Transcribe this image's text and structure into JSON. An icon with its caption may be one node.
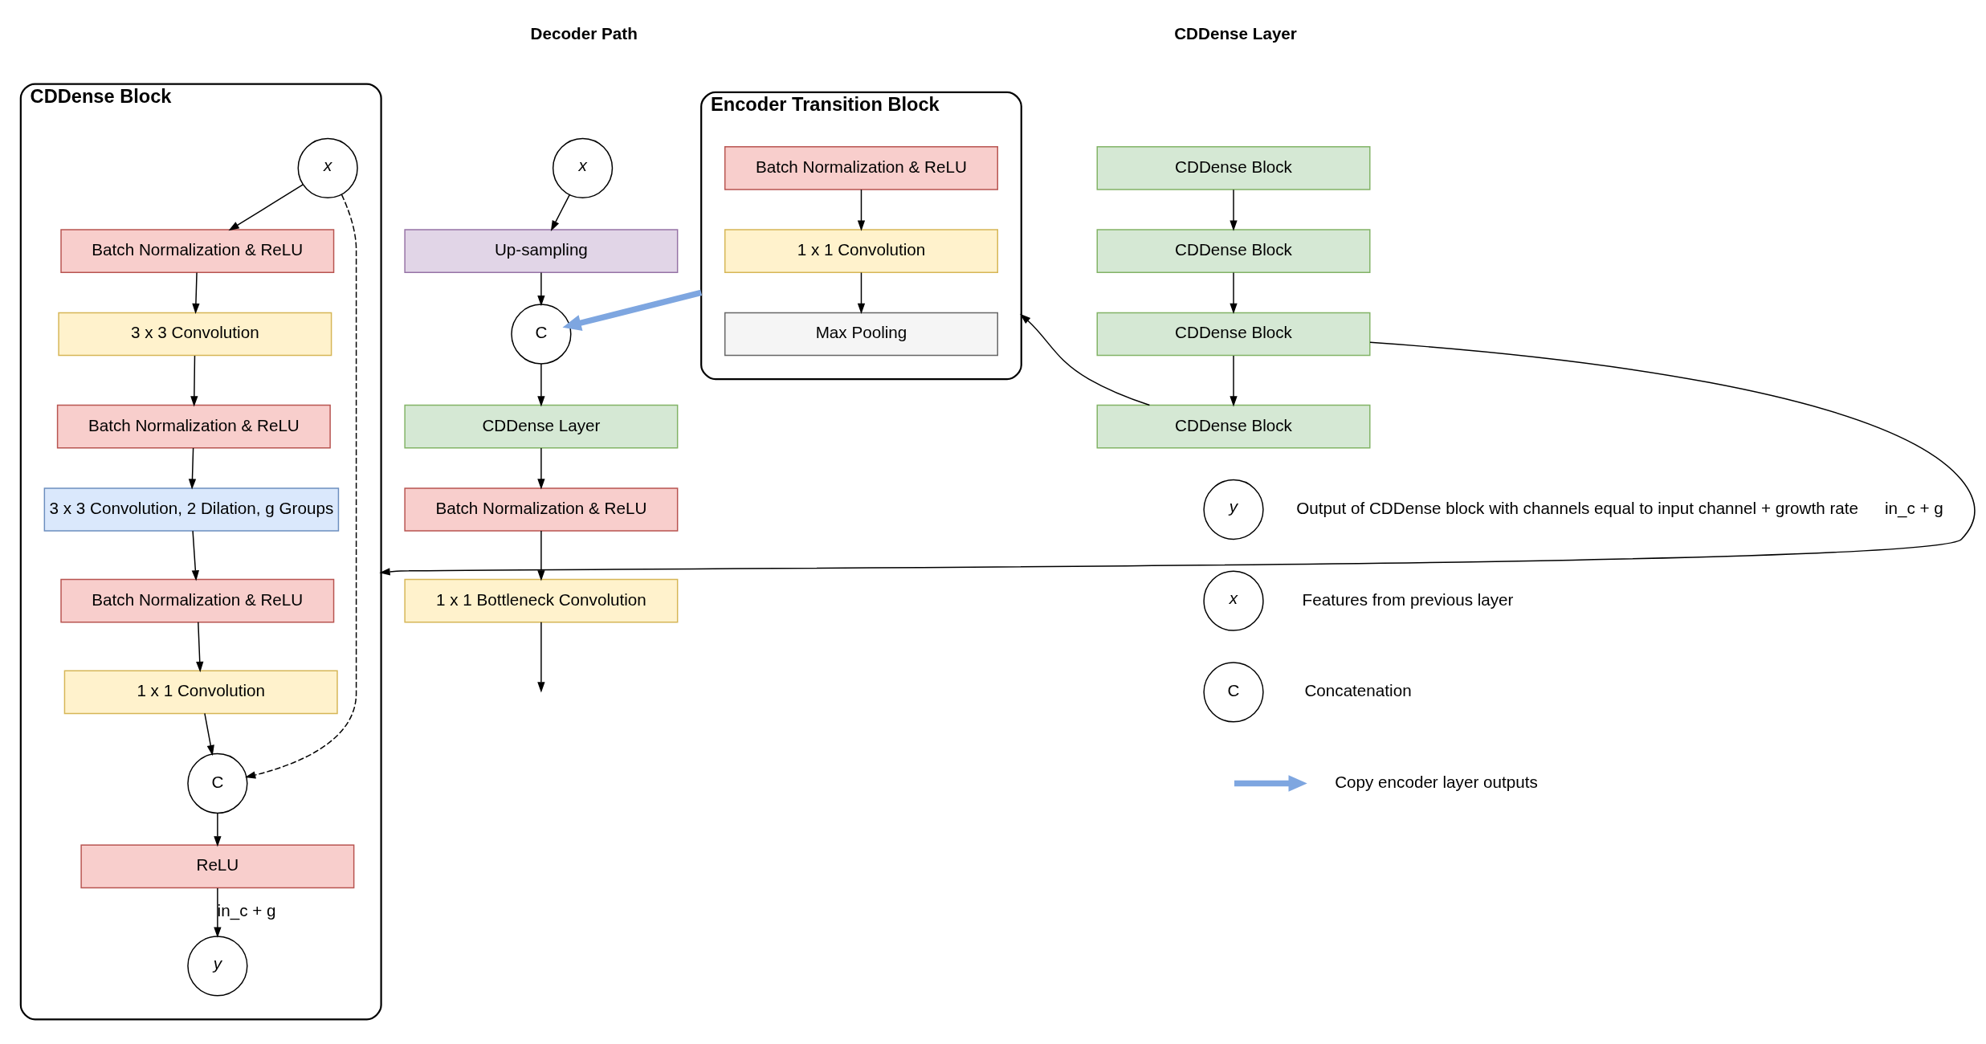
{
  "diagram": {
    "nodes": [
      {
        "text": [
          "CDDense Block"
        ]
      },
      {
        "text": [
          "x"
        ],
        "in": 0
      },
      {
        "text": [
          "Batch Normalization & ReLU"
        ],
        "in": 0
      },
      {
        "text": [
          "3 x 3 Convolution"
        ],
        "in": 0
      },
      {
        "text": [
          "Batch Normalization & ReLU"
        ],
        "in": 0
      },
      {
        "text": [
          "3 x 3 Convolution, 2 Dilation, g Groups"
        ],
        "in": 0
      },
      {
        "text": [
          "Batch Normalization & ReLU"
        ],
        "in": 0
      },
      {
        "text": [
          "1 x 1 Convolution"
        ],
        "in": 0
      },
      {
        "text": [
          "C"
        ],
        "in": 0
      },
      {
        "text": [
          "ReLU"
        ],
        "in": 0
      },
      {
        "text": [
          "y"
        ],
        "in": 0
      },
      {
        "text": [
          "CDDense Block"
        ]
      },
      {
        "text": [
          "CDDense Block"
        ]
      },
      {
        "text": [
          "CDDense Block"
        ]
      },
      {
        "text": [
          "CDDense Block"
        ]
      },
      {
        "text": [
          "Encoder Transition Block"
        ]
      },
      {
        "text": [
          "Batch Normalization & ReLU"
        ],
        "in": 15
      },
      {
        "text": [
          "1 x 1 Convolution"
        ],
        "in": 15
      },
      {
        "text": [
          "Max Pooling"
        ],
        "in": 15
      },
      {
        "text": [
          "x"
        ]
      },
      {
        "text": [
          "Up-sampling"
        ]
      },
      {
        "text": [
          "C"
        ]
      },
      {
        "text": [
          "CDDense Layer"
        ]
      },
      {
        "text": [
          "Batch Normalization & ReLU"
        ]
      },
      {
        "text": [
          "1 x 1 Bottleneck Convolution"
        ]
      },
      {
        "text": [
          "y"
        ],
        "beside": [
          "in_c + g",
          "Output of CDDense block with channels equal to input channel + growth rate"
        ]
      },
      {
        "text": [
          "x"
        ],
        "beside": [
          "Features from previous layer"
        ]
      },
      {
        "text": [
          "C"
        ],
        "beside": [
          "Concatenation"
        ]
      }
    ],
    "edges": [
      {
        "from": 1,
        "to": 2,
        "arrow": "to"
      },
      {
        "from": 2,
        "to": 3,
        "arrow": "to"
      },
      {
        "from": 3,
        "to": 4,
        "arrow": "to"
      },
      {
        "from": 4,
        "to": 5,
        "arrow": "to"
      },
      {
        "from": 5,
        "to": 6,
        "arrow": "to"
      },
      {
        "from": 6,
        "to": 7,
        "arrow": "to"
      },
      {
        "from": 7,
        "to": 8,
        "arrow": "to"
      },
      {
        "from": 1,
        "to": 8,
        "arrow": "to",
        "style": "dashed"
      },
      {
        "from": 8,
        "to": 9,
        "arrow": "to"
      },
      {
        "from": 9,
        "to": 10,
        "arrow": "to",
        "label": "in_c + g"
      },
      {
        "from": 11,
        "to": 12,
        "arrow": "to"
      },
      {
        "from": 12,
        "to": 13,
        "arrow": "to"
      },
      {
        "from": 13,
        "to": 14,
        "arrow": "to"
      },
      {
        "from": 13,
        "to": 0,
        "arrow": "to"
      },
      {
        "from": 14,
        "to": 15,
        "arrow": "to"
      },
      {
        "from": 16,
        "to": 17,
        "arrow": "to"
      },
      {
        "from": 17,
        "to": 18,
        "arrow": "to"
      },
      {
        "from": 15,
        "to": 21,
        "arrow": "to",
        "style": "thick",
        "color": "#7ea6e0"
      },
      {
        "from": 19,
        "to": 20,
        "arrow": "to"
      },
      {
        "from": 20,
        "to": 21,
        "arrow": "to"
      },
      {
        "from": 21,
        "to": 22,
        "arrow": "to"
      },
      {
        "from": 22,
        "to": 23,
        "arrow": "to"
      },
      {
        "from": 23,
        "to": 24,
        "arrow": "to"
      },
      {
        "from": 24,
        "to": null,
        "arrow": "to"
      }
    ],
    "labels": [
      "CDDense Layer",
      "Decoder Path"
    ],
    "legend": [
      {
        "text": "Copy encoder layer outputs"
      }
    ]
  }
}
